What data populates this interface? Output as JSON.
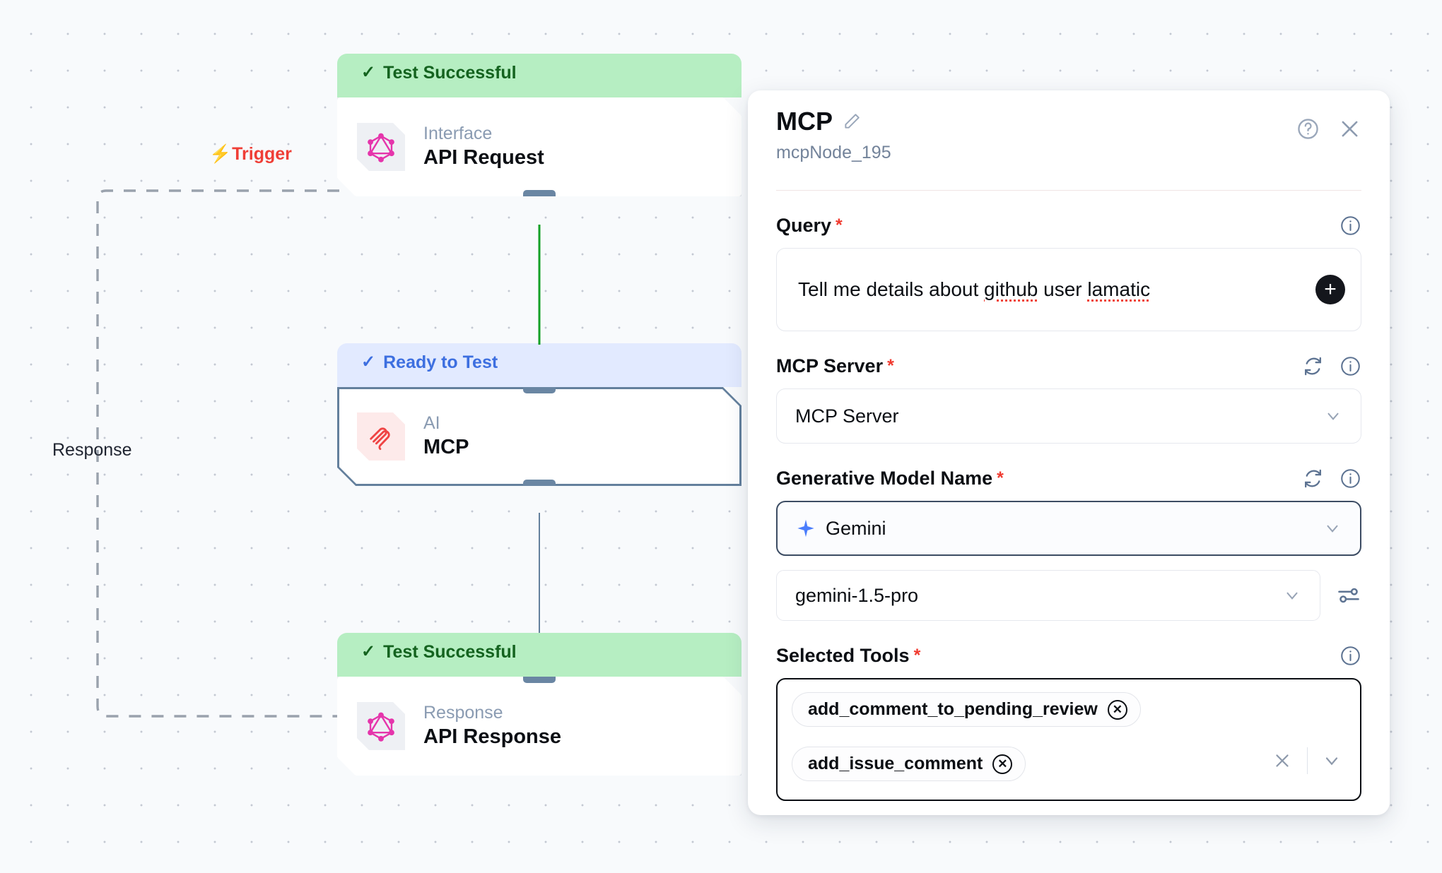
{
  "canvas": {
    "trigger_label": "Trigger",
    "trigger_icon": "lightning-bolt-icon",
    "response_label": "Response",
    "nodes": [
      {
        "status": "Test Successful",
        "status_type": "ok",
        "kind": "Interface",
        "title": "API Request",
        "icon": "graphql-icon"
      },
      {
        "status": "Ready to Test",
        "status_type": "ready",
        "kind": "AI",
        "title": "MCP",
        "icon": "mcp-paperclip-icon"
      },
      {
        "status": "Test Successful",
        "status_type": "ok",
        "kind": "Response",
        "title": "API Response",
        "icon": "graphql-icon"
      }
    ],
    "edges": [
      {
        "from": "API Request",
        "to": "MCP",
        "color": "#14a026"
      },
      {
        "from": "MCP",
        "to": "API Response",
        "color": "#64809d"
      }
    ]
  },
  "panel": {
    "title": "MCP",
    "edit_icon": "pencil-icon",
    "subtitle": "mcpNode_195",
    "help_icon": "help-circle-icon",
    "close_icon": "close-icon",
    "fields": {
      "query": {
        "label": "Query",
        "required": "*",
        "info_icon": "info-icon",
        "value_parts": [
          {
            "text": "Tell me details about ",
            "spell_error": false
          },
          {
            "text": "github",
            "spell_error": true
          },
          {
            "text": " user ",
            "spell_error": false
          },
          {
            "text": "lamatic",
            "spell_error": true
          }
        ],
        "value": "Tell me details about github user lamatic",
        "add_button": "+"
      },
      "mcp_server": {
        "label": "MCP Server",
        "required": "*",
        "refresh_icon": "refresh-icon",
        "info_icon": "info-icon",
        "selected": "MCP Server",
        "caret_icon": "chevron-down-icon"
      },
      "generative_model": {
        "label": "Generative Model Name",
        "required": "*",
        "refresh_icon": "refresh-icon",
        "info_icon": "info-icon",
        "provider": "Gemini",
        "provider_icon": "gemini-sparkle-icon",
        "model": "gemini-1.5-pro",
        "settings_icon": "sliders-icon",
        "caret_icon": "chevron-down-icon"
      },
      "selected_tools": {
        "label": "Selected Tools",
        "required": "*",
        "info_icon": "info-icon",
        "clear_icon": "clear-x-icon",
        "caret_icon": "chevron-down-icon",
        "chips": [
          {
            "label": "add_comment_to_pending_review",
            "remove_icon": "remove-chip-icon"
          },
          {
            "label": "add_issue_comment",
            "remove_icon": "remove-chip-icon"
          }
        ]
      }
    }
  },
  "colors": {
    "success_bg": "#b6eec2",
    "success_text": "#14631f",
    "ready_bg": "#e2eaff",
    "ready_text": "#3d6fe0",
    "trigger_red": "#ef3e36",
    "edge_green": "#14a026",
    "edge_slate": "#64809d",
    "graphql_pink": "#e535ab",
    "mcp_red": "#ef4444",
    "gemini_blue": "#4a7dfc"
  }
}
